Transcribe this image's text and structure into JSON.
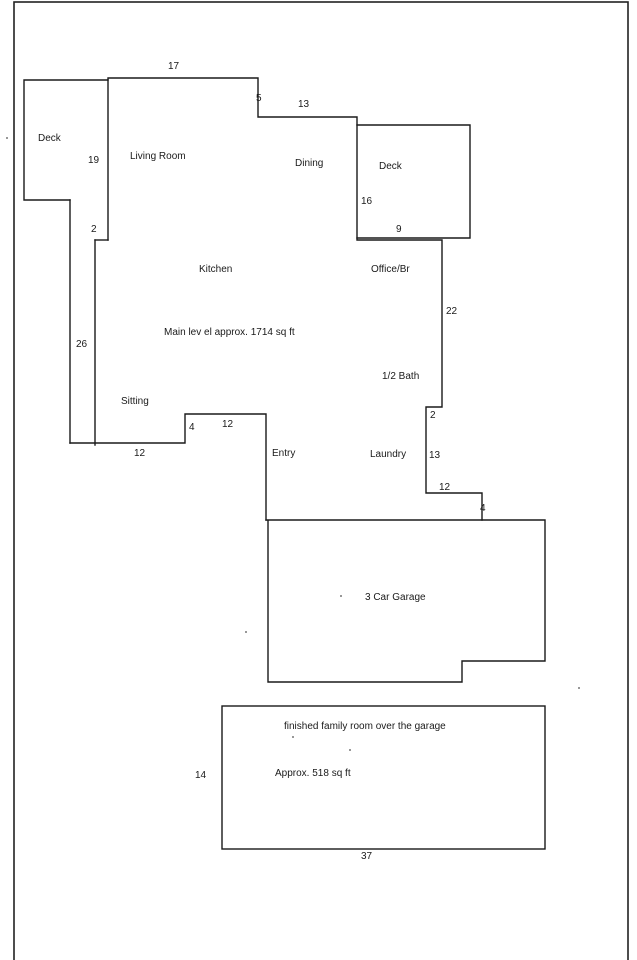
{
  "rooms": {
    "deck_left": "Deck",
    "living_room": "Living Room",
    "dining": "Dining",
    "deck_right": "Deck",
    "kitchen": "Kitchen",
    "office": "Office/Br",
    "main_level": "Main lev el approx. 1714 sq ft",
    "half_bath": "1/2 Bath",
    "sitting": "Sitting",
    "entry": "Entry",
    "laundry": "Laundry",
    "garage": "3 Car Garage",
    "family_room": "finished family room over the garage",
    "family_area": "Approx. 518 sq ft"
  },
  "dims": {
    "top_17": "17",
    "step_5": "5",
    "top_13": "13",
    "deck_19": "19",
    "deck_16": "16",
    "deck_9": "9",
    "jog_2_left": "2",
    "right_22": "22",
    "left_26": "26",
    "jog_2_right": "2",
    "bottom_12_left": "12",
    "step_4": "4",
    "entry_12": "12",
    "right_13": "13",
    "laundry_12": "12",
    "step_4_right": "4",
    "family_14": "14",
    "family_37": "37"
  }
}
